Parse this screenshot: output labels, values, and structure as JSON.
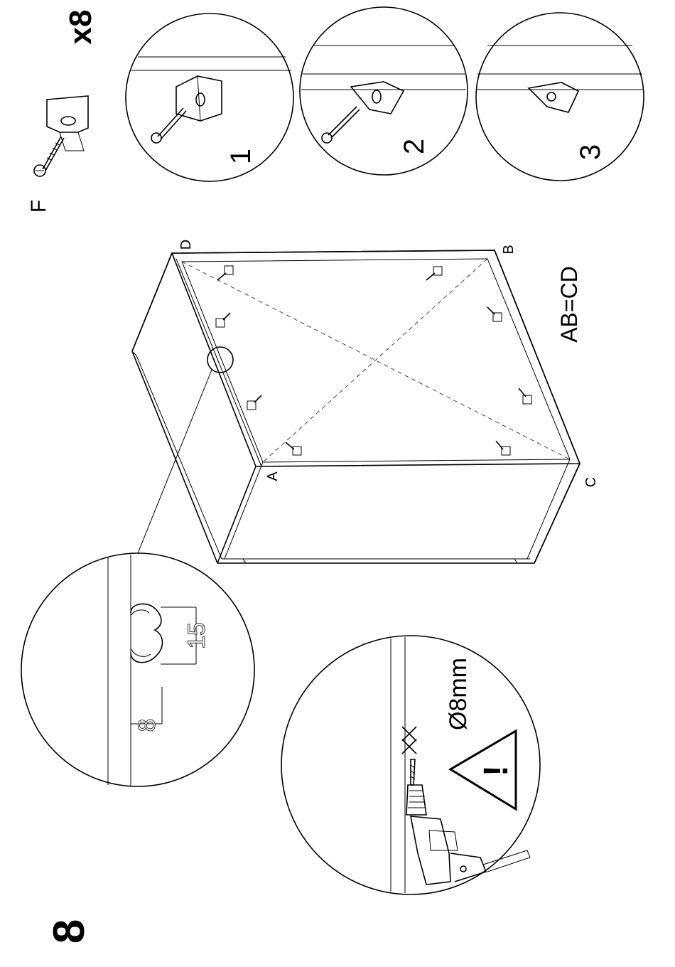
{
  "step_number": "8",
  "part": {
    "label": "F",
    "quantity": "x8"
  },
  "substeps": [
    "1",
    "2",
    "3"
  ],
  "corners": {
    "a": "A",
    "b": "B",
    "c": "C",
    "d": "D"
  },
  "equation": "AB=CD",
  "detail_dimensions": {
    "depth": "15",
    "edge": "8"
  },
  "drill": {
    "diameter": "Ø8mm",
    "warning_glyph": "!",
    "warning_icon": "warning-triangle-icon"
  }
}
